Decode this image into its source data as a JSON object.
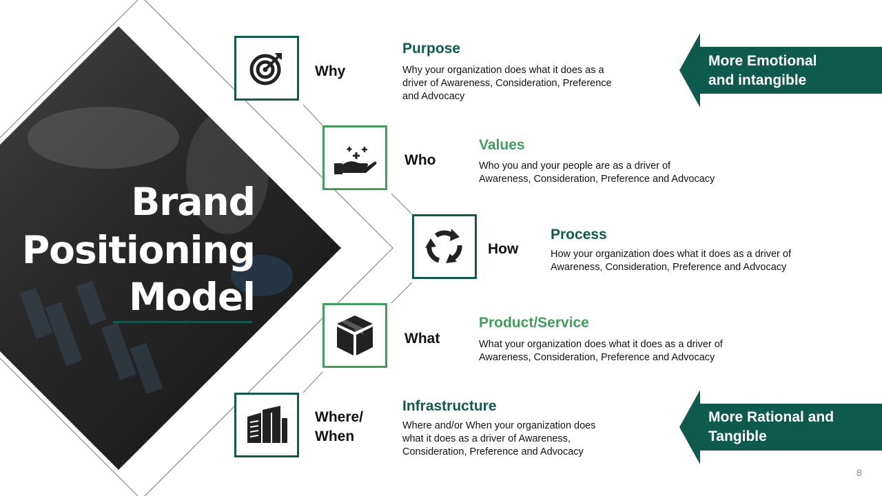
{
  "slide": {
    "title_lines": [
      "Brand",
      "Positioning",
      "Model"
    ],
    "page_number": "8"
  },
  "steps": [
    {
      "label": "Why",
      "title": "Purpose",
      "icon": "target-icon",
      "desc": [
        "Why your organization does what it does as a",
        "driver of Awareness, Consideration, Preference",
        "and Advocacy"
      ]
    },
    {
      "label": "Who",
      "title": "Values",
      "icon": "hand-sparkle-icon",
      "desc": [
        "Who you and your people are as a driver of",
        "Awareness, Consideration, Preference and Advocacy"
      ]
    },
    {
      "label": "How",
      "title": "Process",
      "icon": "cycle-arrows-icon",
      "desc": [
        "How your organization does what it does as a driver of",
        "Awareness, Consideration, Preference and Advocacy"
      ]
    },
    {
      "label": "What",
      "title": "Product/Service",
      "icon": "box-icon",
      "desc": [
        "What your organization does what it does as a driver of",
        "Awareness, Consideration, Preference and Advocacy"
      ]
    },
    {
      "label_lines": [
        "Where/",
        "When"
      ],
      "title": "Infrastructure",
      "icon": "buildings-icon",
      "desc": [
        "Where and/or When your organization does",
        "what it does as a driver of Awareness,",
        "Consideration, Preference and Advocacy"
      ]
    }
  ],
  "arrows": {
    "top": [
      "More Emotional",
      "and intangible"
    ],
    "bottom": [
      "More Rational and",
      "Tangible"
    ]
  },
  "colors": {
    "dark_green": "#0e5b4e",
    "light_green": "#3e9e5a"
  }
}
